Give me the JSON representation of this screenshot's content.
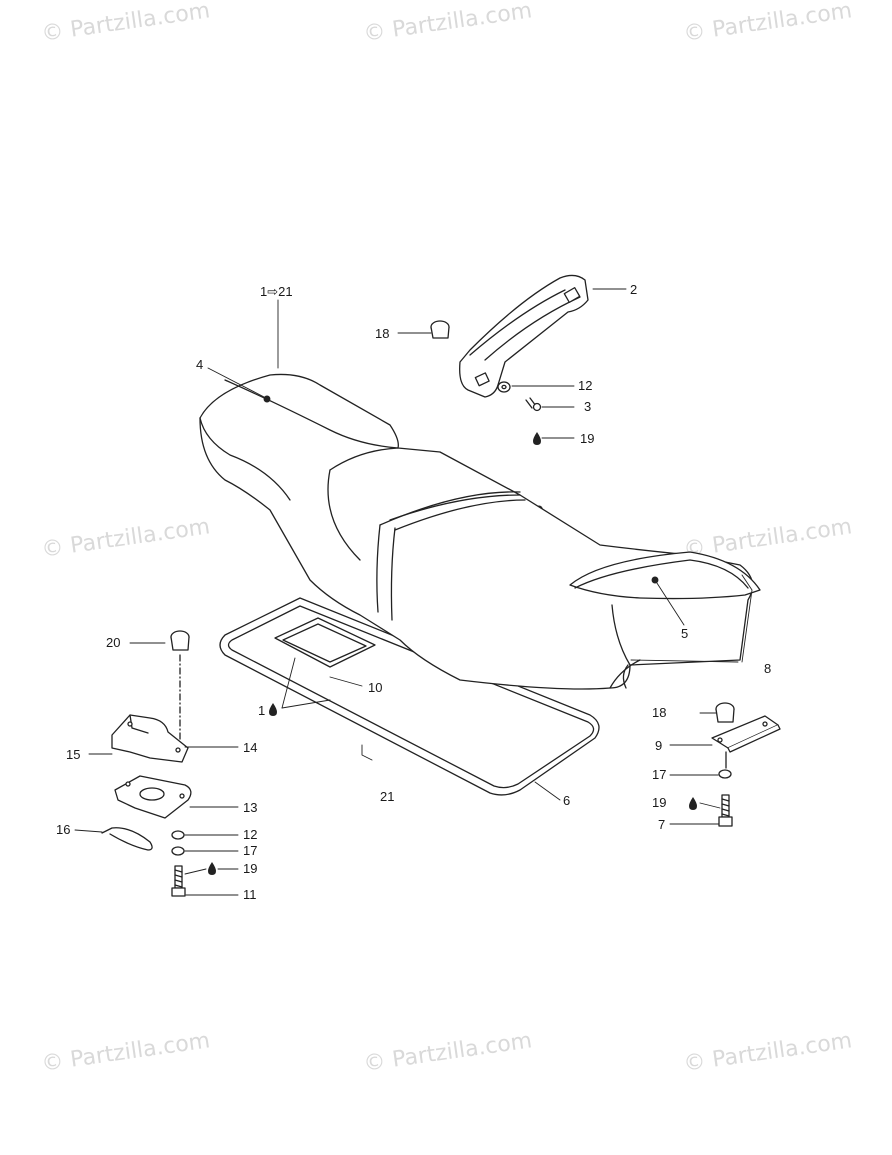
{
  "watermark": {
    "text": "© Partzilla.com"
  },
  "callouts": {
    "kit": "1⇨21",
    "c1": "1",
    "c2": "2",
    "c3": "3",
    "c4": "4",
    "c5": "5",
    "c6": "6",
    "c7": "7",
    "c8": "8",
    "c9": "9",
    "c10": "10",
    "c11": "11",
    "c12": "12",
    "c13": "13",
    "c14": "14",
    "c15": "15",
    "c16": "16",
    "c17": "17",
    "c18": "18",
    "c19": "19",
    "c20": "20",
    "c21": "21"
  },
  "icons": {
    "adhesive": "drop-icon",
    "kit_arrow": "arrow-right-icon"
  }
}
